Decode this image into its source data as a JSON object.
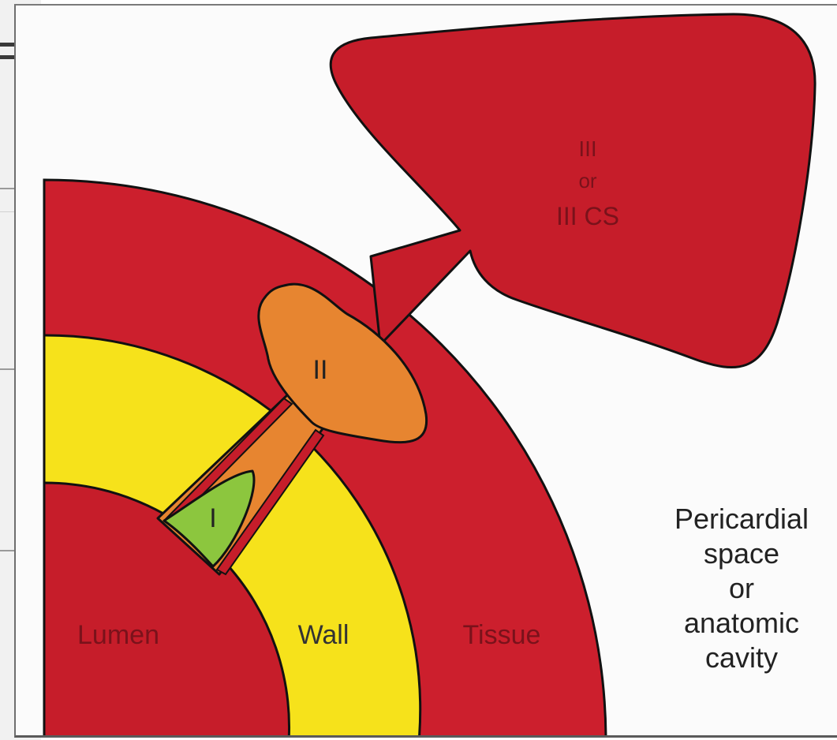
{
  "diagram": {
    "labels": {
      "lumen": "Lumen",
      "wall": "Wall",
      "tissue": "Tissue",
      "type_one": "I",
      "type_two": "II",
      "type_three_line1": "III",
      "type_three_line2": "or",
      "type_three_line3": "III CS",
      "space_line1": "Pericardial",
      "space_line2": "space",
      "space_line3": "or",
      "space_line4": "anatomic",
      "space_line5": "cavity"
    },
    "colors": {
      "tissue_red": "#cc1f2d",
      "lumen_red": "#c61d2a",
      "wall_yellow": "#f6e21b",
      "type_one_green": "#8cc63e",
      "type_two_orange": "#e78530",
      "outline": "#111111",
      "background": "#fbfbfb"
    }
  }
}
